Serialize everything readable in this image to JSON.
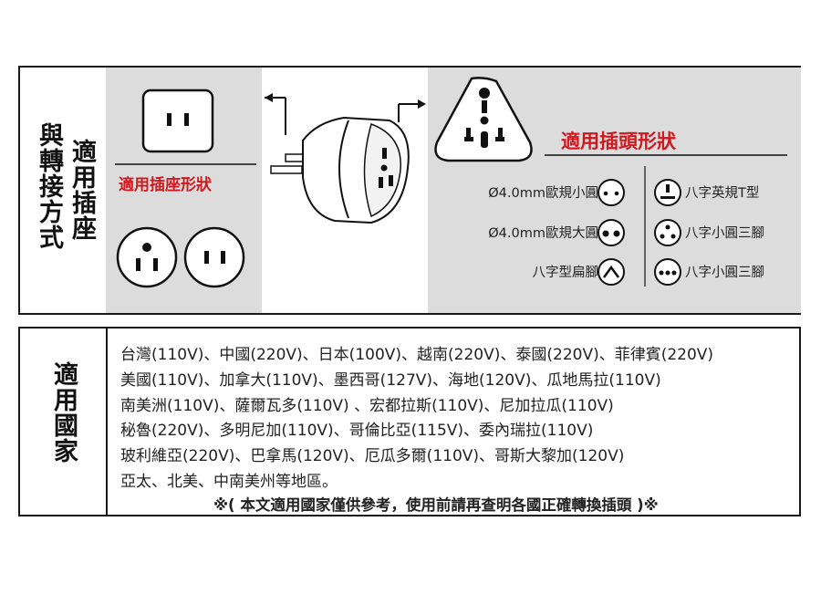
{
  "top_section": {
    "label": "與轉接方式",
    "label_line2": "適用插座",
    "socket_title": "適用插座形狀",
    "plug_title": "適用插頭形狀",
    "plug_types_left": [
      "Ø4.0mm歐規小圓",
      "Ø4.0mm歐規大圓",
      "八字型扁腳"
    ],
    "plug_types_right": [
      "八字英規T型",
      "八字小圓三腳",
      "八字小圓三腳"
    ]
  },
  "bottom_section": {
    "label": "適用國家",
    "countries": [
      "台灣(110V)、中國(220V)、日本(100V)、越南(220V)、泰國(220V)、菲律賓(220V)",
      "美國(110V)、加拿大(110V)、墨西哥(127V)、海地(120V)、瓜地馬拉(110V)",
      "南美洲(110V)、薩爾瓦多(110V) 、宏都拉斯(110V)、尼加拉瓜(110V)",
      "秘魯(220V)、多明尼加(110V)、哥倫比亞(115V)、委內瑞拉(110V)",
      "玻利維亞(220V)、巴拿馬(120V)、厄瓜多爾(110V)、哥斯大黎加(120V)",
      "亞太、北美、中南美州等地區。"
    ],
    "note": "※( 本文適用國家僅供參考，使用前請再查明各國正確轉換插頭 )※"
  },
  "colors": {
    "accent": "#d0191f",
    "panel": "#dcdcdc",
    "border": "#1a1a1a"
  }
}
